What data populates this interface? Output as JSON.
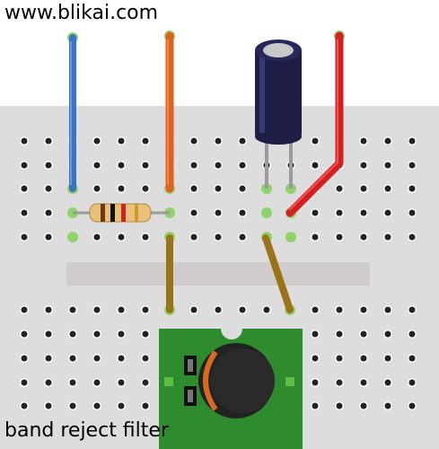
{
  "header": {
    "site_url": "www.blikai.com"
  },
  "footer": {
    "caption": "band reject filter"
  },
  "colors": {
    "breadboard": "#dddddd",
    "breadboard_gap": "#d0cccc",
    "hole": "#222222",
    "active_hole": "#8fd26a",
    "wire_blue": "#3a74c4",
    "wire_orange": "#e0601e",
    "wire_red": "#d51e1e",
    "wire_brown": "#9a7318",
    "capacitor_body": "#1d1d45",
    "inductor_board": "#2e8b2e",
    "resistor_body": "#e8c07a"
  },
  "components": [
    "resistor",
    "capacitor",
    "inductor-module"
  ],
  "wires": [
    "blue-wire",
    "orange-wire",
    "red-wire",
    "brown-wire-left",
    "brown-wire-right"
  ]
}
